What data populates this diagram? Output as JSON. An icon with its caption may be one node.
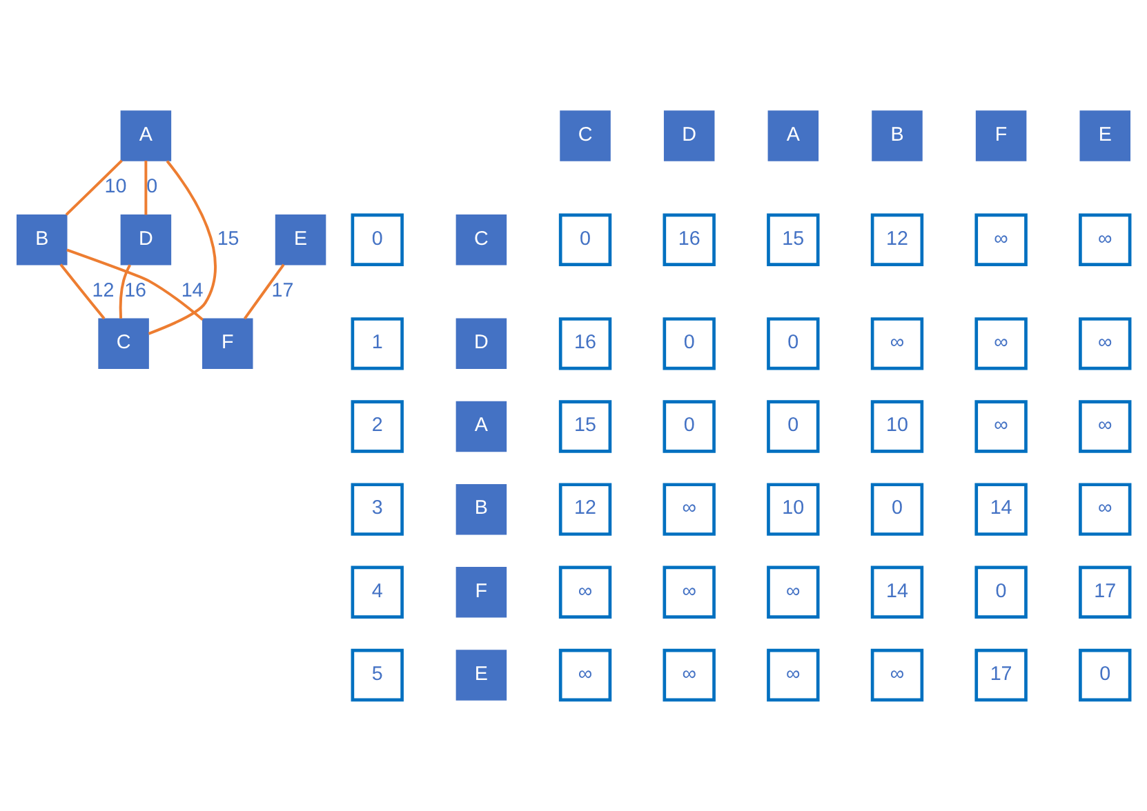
{
  "diagram": {
    "nodes": [
      {
        "text": [
          "A"
        ]
      },
      {
        "text": [
          "B"
        ]
      },
      {
        "text": [
          "D"
        ]
      },
      {
        "text": [
          "E"
        ]
      },
      {
        "text": [
          "F"
        ]
      },
      {
        "text": [
          "C"
        ]
      },
      {
        "text": [
          "C"
        ]
      },
      {
        "text": [
          "D"
        ]
      },
      {
        "text": [
          "A"
        ]
      },
      {
        "text": [
          "B"
        ]
      },
      {
        "text": [
          "F"
        ]
      },
      {
        "text": [
          "E"
        ]
      },
      {
        "text": [
          "0"
        ]
      },
      {
        "text": [
          "C"
        ]
      },
      {
        "text": [
          "0"
        ]
      },
      {
        "text": [
          "16"
        ]
      },
      {
        "text": [
          "15"
        ]
      },
      {
        "text": [
          "12"
        ]
      },
      {
        "text": [
          "∞"
        ]
      },
      {
        "text": [
          "∞"
        ]
      },
      {
        "text": [
          "1"
        ]
      },
      {
        "text": [
          "D"
        ]
      },
      {
        "text": [
          "16"
        ]
      },
      {
        "text": [
          "0"
        ]
      },
      {
        "text": [
          "0"
        ]
      },
      {
        "text": [
          "∞"
        ]
      },
      {
        "text": [
          "∞"
        ]
      },
      {
        "text": [
          "∞"
        ]
      },
      {
        "text": [
          "2"
        ]
      },
      {
        "text": [
          "A"
        ]
      },
      {
        "text": [
          "15"
        ]
      },
      {
        "text": [
          "0"
        ]
      },
      {
        "text": [
          "0"
        ]
      },
      {
        "text": [
          "10"
        ]
      },
      {
        "text": [
          "∞"
        ]
      },
      {
        "text": [
          "∞"
        ]
      },
      {
        "text": [
          "3"
        ]
      },
      {
        "text": [
          "B"
        ]
      },
      {
        "text": [
          "12"
        ]
      },
      {
        "text": [
          "∞"
        ]
      },
      {
        "text": [
          "10"
        ]
      },
      {
        "text": [
          "0"
        ]
      },
      {
        "text": [
          "14"
        ]
      },
      {
        "text": [
          "∞"
        ]
      },
      {
        "text": [
          "4"
        ]
      },
      {
        "text": [
          "F"
        ]
      },
      {
        "text": [
          "∞"
        ]
      },
      {
        "text": [
          "∞"
        ]
      },
      {
        "text": [
          "∞"
        ]
      },
      {
        "text": [
          "14"
        ]
      },
      {
        "text": [
          "0"
        ]
      },
      {
        "text": [
          "17"
        ]
      },
      {
        "text": [
          "5"
        ]
      },
      {
        "text": [
          "E"
        ]
      },
      {
        "text": [
          "∞"
        ]
      },
      {
        "text": [
          "∞"
        ]
      },
      {
        "text": [
          "∞"
        ]
      },
      {
        "text": [
          "∞"
        ]
      },
      {
        "text": [
          "17"
        ]
      },
      {
        "text": [
          "0"
        ]
      }
    ],
    "edges": [
      {
        "from": 0,
        "to": 1,
        "arrow": "none",
        "label": "10"
      },
      {
        "from": 0,
        "to": 2,
        "arrow": "none",
        "label": "0"
      },
      {
        "from": 0,
        "to": 5,
        "arrow": "none",
        "label": "15"
      },
      {
        "from": 1,
        "to": 5,
        "arrow": "none",
        "label": "12"
      },
      {
        "from": 1,
        "to": 4,
        "arrow": "none",
        "label": "14"
      },
      {
        "from": 2,
        "to": 5,
        "arrow": "none",
        "label": "16"
      },
      {
        "from": 3,
        "to": 4,
        "arrow": "none",
        "label": "17"
      }
    ]
  }
}
